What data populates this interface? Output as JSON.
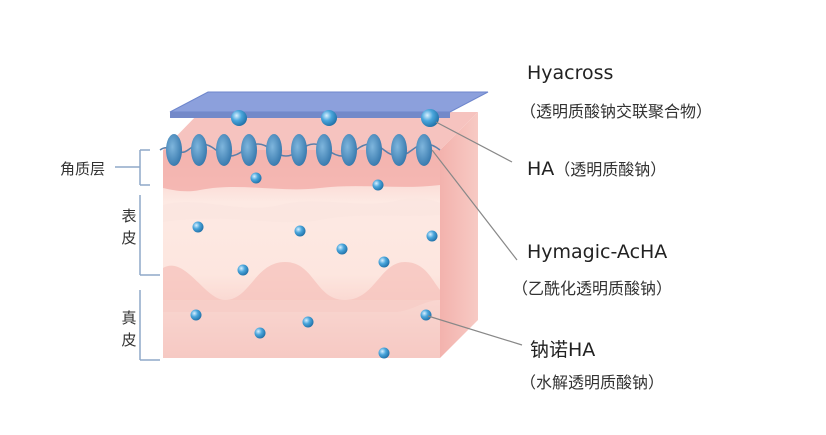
{
  "side_labels": {
    "stratum_corneum": "角质层",
    "epidermis": "表皮",
    "dermis": "真皮"
  },
  "ingredients": [
    {
      "name": "Hyacross",
      "desc": "（透明质酸钠交联聚合物）"
    },
    {
      "name": "HA",
      "desc": "（透明质酸钠）"
    },
    {
      "name": "Hymagic-AcHA",
      "desc": "（乙酰化透明质酸钠）"
    },
    {
      "name": "钠诺HA",
      "desc": "（水解透明质酸钠）"
    }
  ],
  "colors": {
    "film": "#7f96d6",
    "film_edge": "#5f78c4",
    "capsule": "#4f8fc0",
    "sphere": "#3a9ad0",
    "skin_top": "#f4b9b4",
    "skin_mid": "#fbe3dc",
    "skin_dark": "#f0a7a2",
    "line": "#8a8a8a"
  }
}
